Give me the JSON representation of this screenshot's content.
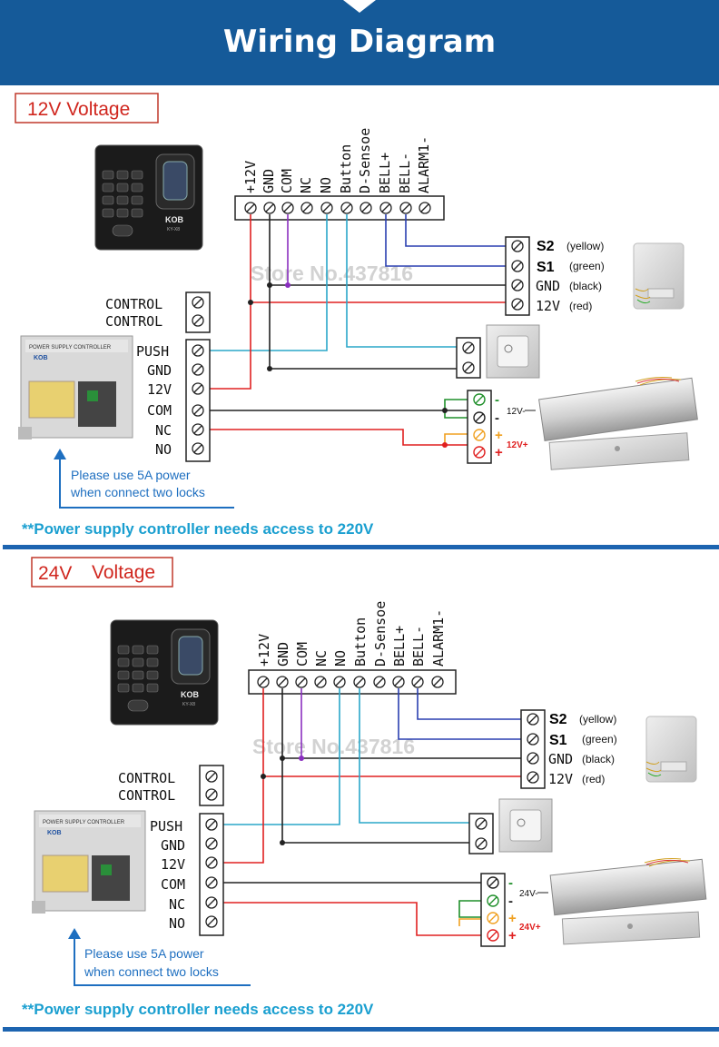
{
  "header": {
    "title": "Wiring Diagram",
    "color": "#155a99"
  },
  "sections": [
    {
      "voltage_label": "12V Voltage",
      "reader_brand": "KOB",
      "reader_model": "KY-X8",
      "reader_terminals": [
        "+12V",
        "GND",
        "COM",
        "NC",
        "NO",
        "Button",
        "D-Sensoe",
        "BELL+",
        "BELL-",
        "ALARM1-"
      ],
      "watermark": "Store No.437816",
      "sensor_terminals": [
        {
          "name": "S2",
          "color": "(yellow)"
        },
        {
          "name": "S1",
          "color": "(green)"
        },
        {
          "name": "GND",
          "color": "(black)"
        },
        {
          "name": "12V",
          "color": "(red)"
        }
      ],
      "psu_control_labels": [
        "CONTROL",
        "CONTROL"
      ],
      "psu_terminals": [
        "PUSH",
        "GND",
        "12V",
        "COM",
        "NC",
        "NO"
      ],
      "psu_title": "POWER SUPPLY CONTROLLER",
      "lock_minus": "12V-",
      "lock_plus": "12V+",
      "power_note_line1": "Please use 5A power",
      "power_note_line2": "when connect two locks",
      "footer_note": "**Power supply controller needs access to 220V"
    },
    {
      "voltage_label_num": "24V",
      "voltage_label_word": "Voltage",
      "reader_brand": "KOB",
      "reader_model": "KY-X8",
      "reader_terminals": [
        "+12V",
        "GND",
        "COM",
        "NC",
        "NO",
        "Button",
        "D-Sensoe",
        "BELL+",
        "BELL-",
        "ALARM1-"
      ],
      "watermark": "Store No.437816",
      "sensor_terminals": [
        {
          "name": "S2",
          "color": "(yellow)"
        },
        {
          "name": "S1",
          "color": "(green)"
        },
        {
          "name": "GND",
          "color": "(black)"
        },
        {
          "name": "12V",
          "color": "(red)"
        }
      ],
      "psu_control_labels": [
        "CONTROL",
        "CONTROL"
      ],
      "psu_terminals": [
        "PUSH",
        "GND",
        "12V",
        "COM",
        "NC",
        "NO"
      ],
      "psu_title": "POWER SUPPLY CONTROLLER",
      "lock_minus": "24V-",
      "lock_plus": "24V+",
      "power_note_line1": "Please use 5A power",
      "power_note_line2": "when connect two locks",
      "footer_note": "**Power supply controller needs access to 220V"
    }
  ],
  "lock_signs": {
    "minus": "-",
    "plus": "+"
  },
  "colors": {
    "red_wire": "#e02020",
    "blue_wire": "#2a3fb0",
    "cyan_wire": "#2aa7c9",
    "purple_wire": "#8a2fc0",
    "green_wire": "#1f8f2a",
    "orange_wire": "#f0a020",
    "note_blue": "#1e6fc0",
    "divider": "#1d64b0"
  }
}
